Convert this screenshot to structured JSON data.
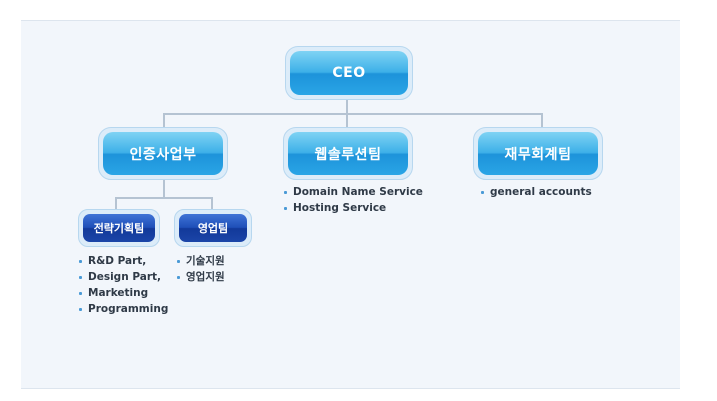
{
  "org_chart": {
    "ceo": {
      "label": "CEO"
    },
    "departments": [
      {
        "label": "인증사업부",
        "sub_teams": [
          {
            "label": "전략기획팀",
            "items": [
              "R&D Part,",
              "Design Part,",
              "Marketing",
              "Programming"
            ]
          },
          {
            "label": "영업팀",
            "items": [
              "기술지원",
              "영업지원"
            ]
          }
        ]
      },
      {
        "label": "웹솔루션팀",
        "items": [
          "Domain Name Service",
          "Hosting Service"
        ]
      },
      {
        "label": "재무회계팀",
        "items": [
          "general accounts"
        ]
      }
    ]
  },
  "colors": {
    "light_box": "#2aa5e6",
    "dark_box": "#1f4fb8",
    "connector": "#b5c3d2",
    "bullet": "#4a9ad6",
    "background": "#f2f6fb"
  }
}
